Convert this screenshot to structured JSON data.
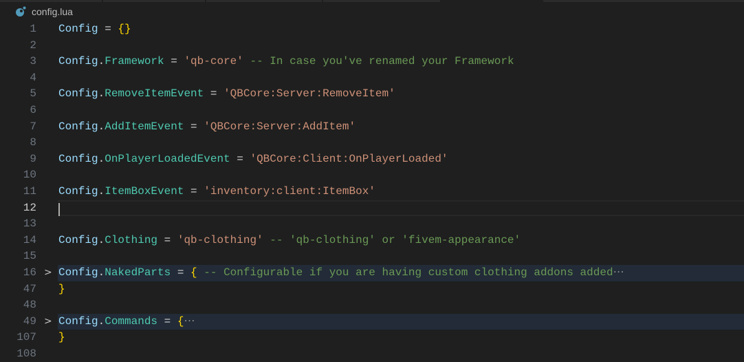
{
  "breadcrumb": {
    "file_name": "config.lua",
    "icon": "lua-file-icon",
    "icon_color": "#519aba"
  },
  "colors": {
    "background": "#1f1f1f",
    "variable": "#9cdcfe",
    "property": "#4ec9b0",
    "string": "#ce9178",
    "comment": "#6a9955",
    "brace": "#ffd700",
    "fold_highlight": "#222b37"
  },
  "lines": [
    {
      "number": "1",
      "tokens": [
        {
          "t": "var",
          "v": "Config"
        },
        {
          "t": "op",
          "v": " = "
        },
        {
          "t": "brace",
          "v": "{}"
        }
      ]
    },
    {
      "number": "2",
      "tokens": []
    },
    {
      "number": "3",
      "tokens": [
        {
          "t": "var",
          "v": "Config"
        },
        {
          "t": "op",
          "v": "."
        },
        {
          "t": "prop",
          "v": "Framework"
        },
        {
          "t": "op",
          "v": " = "
        },
        {
          "t": "str",
          "v": "'qb-core'"
        },
        {
          "t": "com",
          "v": " -- In case you've renamed your Framework"
        }
      ]
    },
    {
      "number": "4",
      "tokens": []
    },
    {
      "number": "5",
      "tokens": [
        {
          "t": "var",
          "v": "Config"
        },
        {
          "t": "op",
          "v": "."
        },
        {
          "t": "prop",
          "v": "RemoveItemEvent"
        },
        {
          "t": "op",
          "v": " = "
        },
        {
          "t": "str",
          "v": "'QBCore:Server:RemoveItem'"
        }
      ]
    },
    {
      "number": "6",
      "tokens": []
    },
    {
      "number": "7",
      "tokens": [
        {
          "t": "var",
          "v": "Config"
        },
        {
          "t": "op",
          "v": "."
        },
        {
          "t": "prop",
          "v": "AddItemEvent"
        },
        {
          "t": "op",
          "v": " = "
        },
        {
          "t": "str",
          "v": "'QBCore:Server:AddItem'"
        }
      ]
    },
    {
      "number": "8",
      "tokens": []
    },
    {
      "number": "9",
      "tokens": [
        {
          "t": "var",
          "v": "Config"
        },
        {
          "t": "op",
          "v": "."
        },
        {
          "t": "prop",
          "v": "OnPlayerLoadedEvent"
        },
        {
          "t": "op",
          "v": " = "
        },
        {
          "t": "str",
          "v": "'QBCore:Client:OnPlayerLoaded'"
        }
      ]
    },
    {
      "number": "10",
      "tokens": []
    },
    {
      "number": "11",
      "tokens": [
        {
          "t": "var",
          "v": "Config"
        },
        {
          "t": "op",
          "v": "."
        },
        {
          "t": "prop",
          "v": "ItemBoxEvent"
        },
        {
          "t": "op",
          "v": " = "
        },
        {
          "t": "str",
          "v": "'inventory:client:ItemBox'"
        }
      ]
    },
    {
      "number": "12",
      "tokens": [],
      "current": true
    },
    {
      "number": "13",
      "tokens": []
    },
    {
      "number": "14",
      "tokens": [
        {
          "t": "var",
          "v": "Config"
        },
        {
          "t": "op",
          "v": "."
        },
        {
          "t": "prop",
          "v": "Clothing"
        },
        {
          "t": "op",
          "v": " = "
        },
        {
          "t": "str",
          "v": "'qb-clothing'"
        },
        {
          "t": "com",
          "v": " -- 'qb-clothing' or 'fivem-appearance'"
        }
      ]
    },
    {
      "number": "15",
      "tokens": []
    },
    {
      "number": "16",
      "folded": true,
      "tokens": [
        {
          "t": "var",
          "v": "Config"
        },
        {
          "t": "op",
          "v": "."
        },
        {
          "t": "prop",
          "v": "NakedParts"
        },
        {
          "t": "op",
          "v": " = "
        },
        {
          "t": "brace",
          "v": "{"
        },
        {
          "t": "com",
          "v": " -- Configurable if you are having custom clothing addons added"
        },
        {
          "t": "ell",
          "v": "⋯"
        }
      ]
    },
    {
      "number": "47",
      "tokens": [
        {
          "t": "brace",
          "v": "}"
        }
      ]
    },
    {
      "number": "48",
      "tokens": []
    },
    {
      "number": "49",
      "folded": true,
      "tokens": [
        {
          "t": "var",
          "v": "Config"
        },
        {
          "t": "op",
          "v": "."
        },
        {
          "t": "prop",
          "v": "Commands"
        },
        {
          "t": "op",
          "v": " = "
        },
        {
          "t": "brace",
          "v": "{"
        },
        {
          "t": "ell",
          "v": "⋯"
        }
      ]
    },
    {
      "number": "107",
      "tokens": [
        {
          "t": "brace",
          "v": "}"
        }
      ]
    },
    {
      "number": "108",
      "tokens": []
    }
  ],
  "fold_icon": ">"
}
